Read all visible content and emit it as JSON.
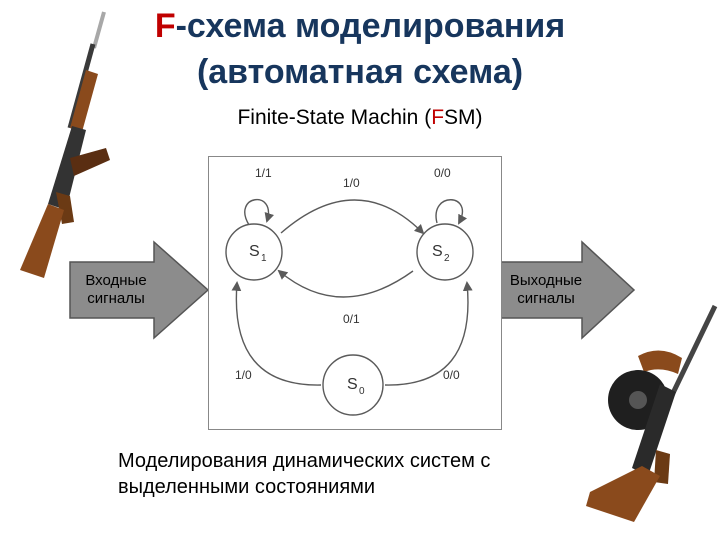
{
  "title": {
    "accent_letter": "F",
    "line1_rest": "-схема моделирования",
    "line2": "(автоматная схема)"
  },
  "subtitle": {
    "part1": "Finite-State Machin (",
    "accent": "F",
    "part2": "SM)"
  },
  "input_arrow": {
    "line1": "Входные",
    "line2": "сигналы"
  },
  "output_arrow": {
    "line1": "Выходные",
    "line2": "сигналы"
  },
  "fsm": {
    "states": [
      {
        "label": "S",
        "sub": "1"
      },
      {
        "label": "S",
        "sub": "2"
      },
      {
        "label": "S",
        "sub": "0"
      }
    ],
    "transitions": {
      "s1_loop": "1/1",
      "s2_loop": "0/0",
      "s1_to_s2": "1/0",
      "s2_to_s1": "0/1",
      "s0_to_s1": "1/0",
      "s0_to_s2": "0/0"
    }
  },
  "caption": {
    "line1": "Моделирования динамических систем с",
    "line2": "выделенными состояниями"
  },
  "colors": {
    "title": "#17365d",
    "accent": "#c00000",
    "arrow_fill": "#8c8c8c",
    "diagram_stroke": "#5a5a5a"
  }
}
